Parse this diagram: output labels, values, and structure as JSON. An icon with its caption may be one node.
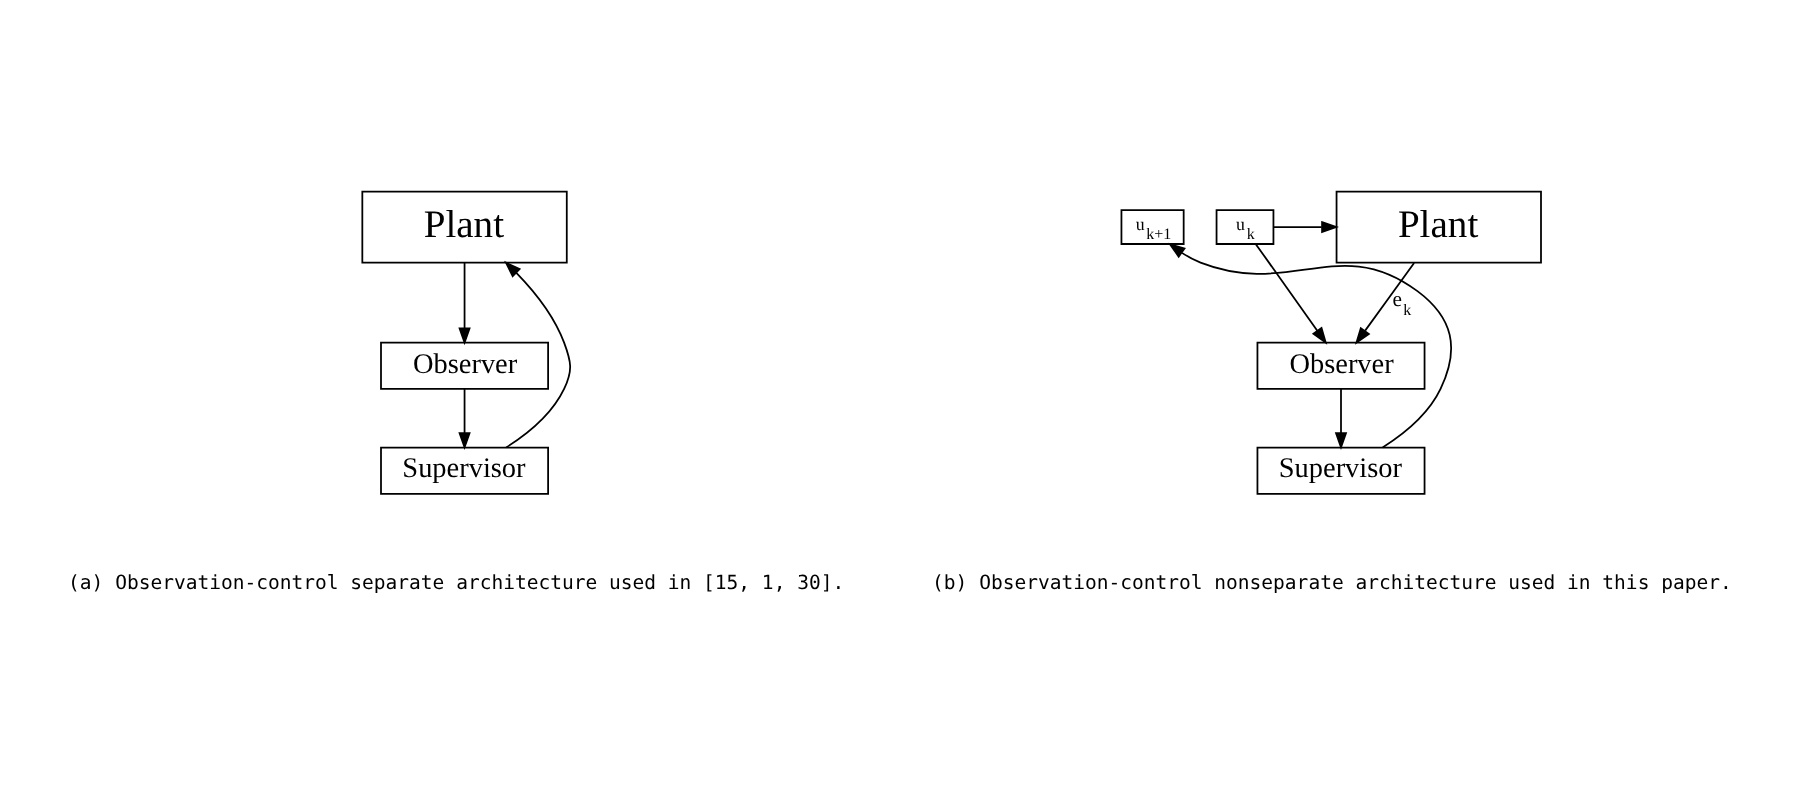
{
  "diagram": {
    "nodes": [
      {
        "text": [
          "Plant"
        ]
      },
      {
        "text": [
          "Observer"
        ]
      },
      {
        "text": [
          "Supervisor"
        ]
      },
      {
        "text": [
          "u$_{k+1}$"
        ]
      },
      {
        "text": [
          "u$_{k}$"
        ]
      },
      {
        "text": [
          "Plant"
        ]
      },
      {
        "text": [
          "Observer"
        ]
      },
      {
        "text": [
          "Supervisor"
        ]
      }
    ],
    "edges": [
      {
        "from": 0,
        "to": 1,
        "arrow": "to"
      },
      {
        "from": 1,
        "to": 2,
        "arrow": "to"
      },
      {
        "from": 2,
        "to": 0,
        "arrow": "to"
      },
      {
        "from": 4,
        "to": 5,
        "arrow": "to"
      },
      {
        "from": 4,
        "to": 6,
        "arrow": "to"
      },
      {
        "from": 5,
        "to": 6,
        "arrow": "to",
        "label": "e$_{k}$"
      },
      {
        "from": 6,
        "to": 7,
        "arrow": "to"
      },
      {
        "from": 7,
        "to": 3,
        "arrow": "to"
      }
    ],
    "labels": [
      "(a) Observation-control separate architecture used in [15, 1, 30].",
      "(b) Observation-control nonseparate architecture used in this paper."
    ]
  }
}
